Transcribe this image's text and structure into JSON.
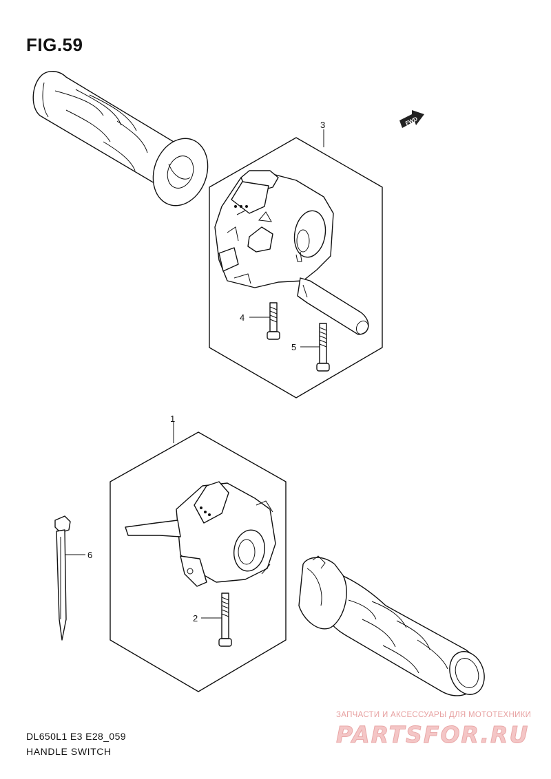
{
  "figure": {
    "title": "FIG.59",
    "model_code": "DL650L1  E3  E28_059",
    "section_name": "HANDLE SWITCH"
  },
  "callouts": [
    {
      "id": "1",
      "label": "1"
    },
    {
      "id": "2",
      "label": "2"
    },
    {
      "id": "3",
      "label": "3"
    },
    {
      "id": "4",
      "label": "4"
    },
    {
      "id": "5",
      "label": "5"
    },
    {
      "id": "6",
      "label": "6"
    }
  ],
  "fwd_label": "FWD",
  "watermark": {
    "subtitle": "ЗАПЧАСТИ И АКСЕССУАРЫ ДЛЯ МОТОТЕХНИКИ",
    "brand": "PARTSFOR.RU"
  },
  "colors": {
    "line": "#111111",
    "watermark": "#f0b8b8"
  }
}
